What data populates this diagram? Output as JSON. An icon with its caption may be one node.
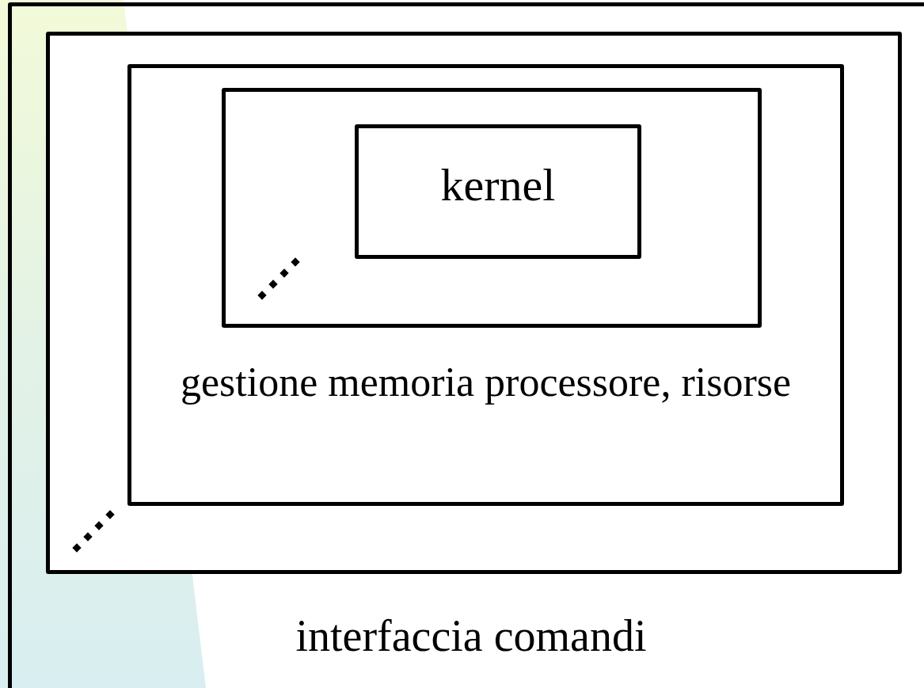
{
  "diagram": {
    "nodes": [
      {
        "text": [
          "interfaccia comandi"
        ]
      },
      {
        "text": [],
        "shape": "box",
        "in": 0
      },
      {
        "text": [
          "gestione memoria processore, risorse"
        ],
        "in": 1
      },
      {
        "text": [],
        "shape": "box",
        "in": 2
      },
      {
        "text": [
          "kernel"
        ],
        "in": 3
      }
    ]
  }
}
